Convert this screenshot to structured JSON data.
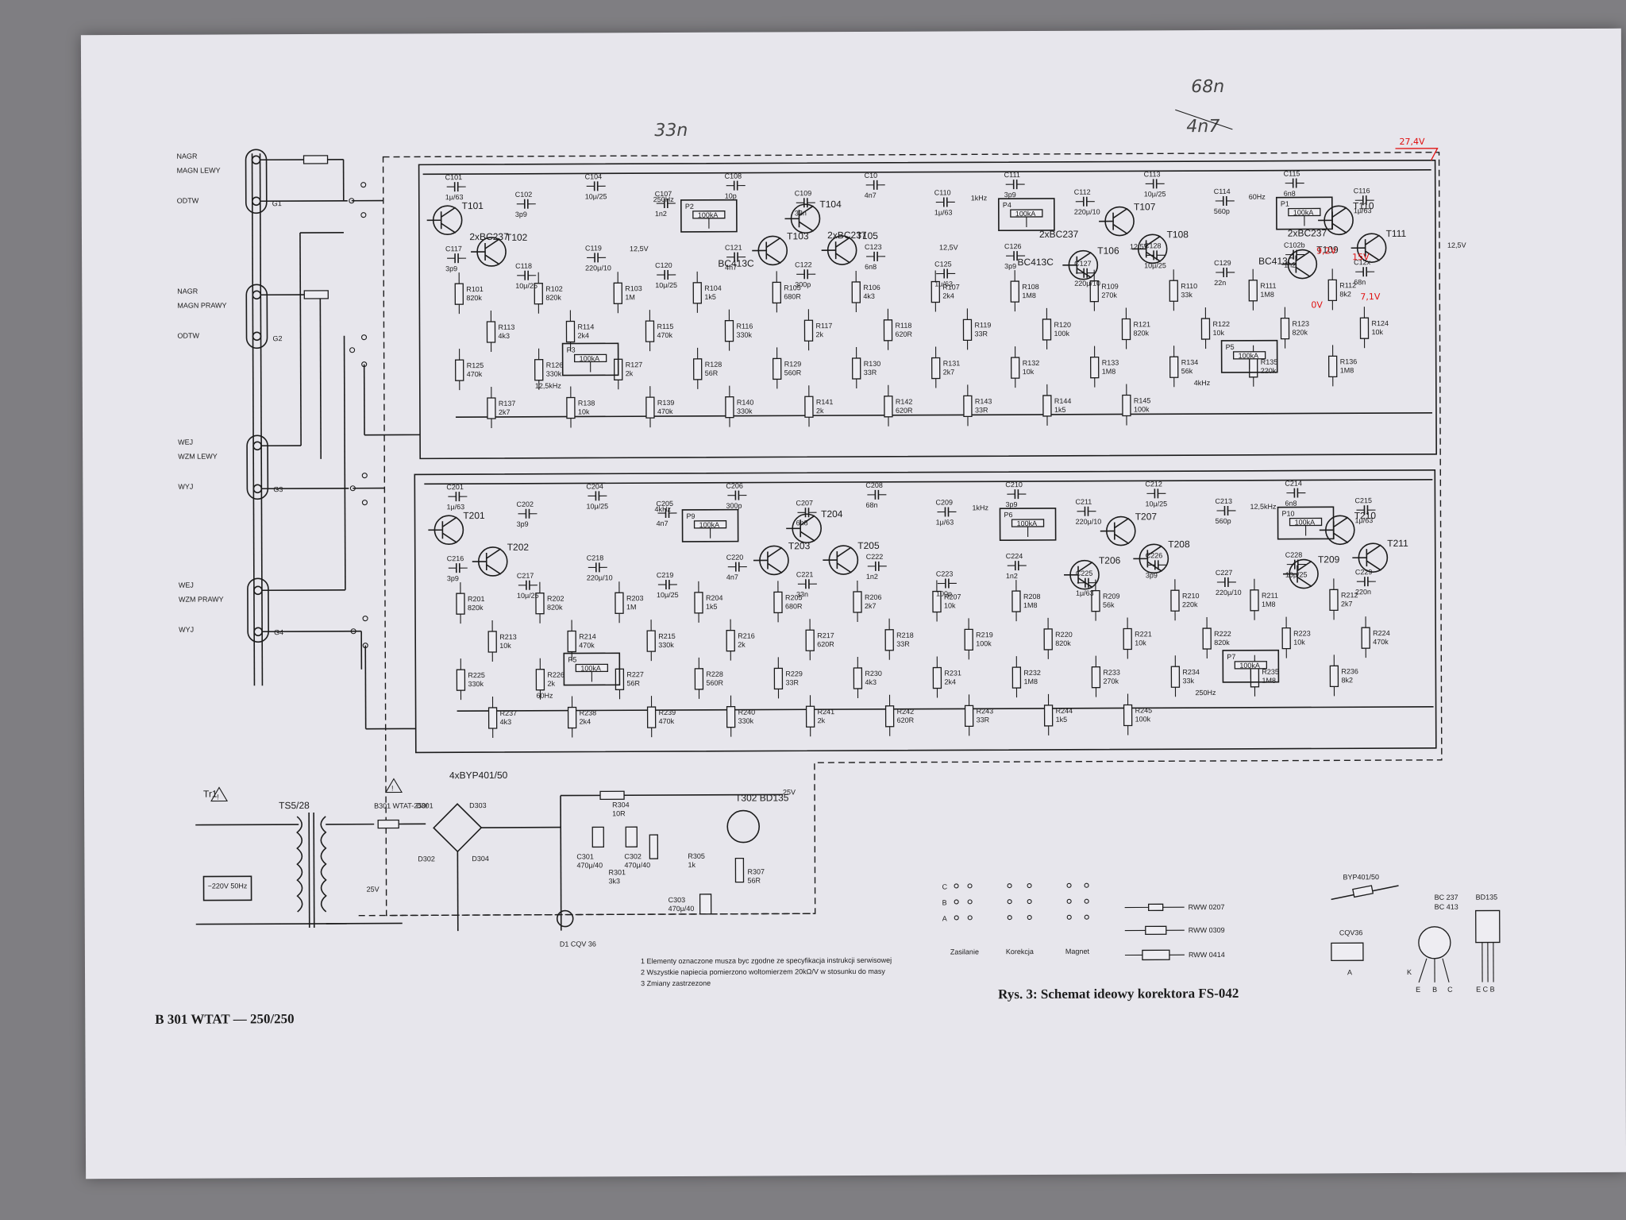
{
  "title": "Rys. 3: Schemat ideowy korektora FS-042",
  "model": "B 301 WTAT — 250/250",
  "handwritten": {
    "cap1": "33n",
    "cap2_new": "68n",
    "cap2_old": "4n7"
  },
  "red_annotations": [
    "27,4V",
    "9,2V",
    "15V",
    "0V",
    "7,1V"
  ],
  "connectors": [
    {
      "id": "G1",
      "labels": [
        "NAGR",
        "MAGN LEWY",
        "ODTW"
      ]
    },
    {
      "id": "G2",
      "labels": [
        "NAGR",
        "MAGN PRAWY",
        "ODTW"
      ]
    },
    {
      "id": "G3",
      "labels": [
        "WEJ",
        "WZM LEWY",
        "WYJ"
      ]
    },
    {
      "id": "G4",
      "labels": [
        "WEJ",
        "WZM PRAWY",
        "WYJ"
      ]
    }
  ],
  "upper_channel": {
    "transistors": [
      "T101",
      "T102",
      "T103",
      "T104",
      "T105",
      "T106",
      "T107",
      "T108",
      "T109",
      "T110",
      "T111"
    ],
    "types": [
      "2xBC237",
      "BC413C",
      "2xBC237",
      "BC413C",
      "2xBC237",
      "BC413C",
      "2xBC237"
    ],
    "resistors": [
      "R101 820k",
      "R102 820k",
      "R103 1M",
      "R104 1k5",
      "R105 680R",
      "R106 4k3",
      "R107 2k4",
      "R108 1M8",
      "R109 270k",
      "R110 33k",
      "R111 1M8",
      "R112 8k2",
      "R113 4k3",
      "R114 2k4",
      "R115 470k",
      "R116 330k",
      "R117 2k",
      "R118 620R",
      "R119 33R",
      "R120 100k",
      "R121 820k",
      "R122 10k",
      "R123 820k",
      "R124 10k",
      "R125 470k",
      "R126 330k",
      "R127 2k",
      "R128 56R",
      "R129 560R",
      "R130 33R",
      "R131 2k7",
      "R132 10k",
      "R133 1M8",
      "R134 56k",
      "R135 220k",
      "R136 1M8",
      "R137 2k7",
      "R138 10k",
      "R139 470k",
      "R140 330k",
      "R141 2k",
      "R142 620R",
      "R143 33R",
      "R144 1k5",
      "R145 100k"
    ],
    "capacitors": [
      "C101 1μ/63",
      "C102 3p9",
      "C104 10μ/25",
      "C107 1n2",
      "C108 10p",
      "C109 33n",
      "C10 4n7",
      "C110 1μ/63",
      "C111 3p9",
      "C112 220μ/10",
      "C113 10μ/25",
      "C114 560p",
      "C115 6n8",
      "C116 1μ/63",
      "C117 3p9",
      "C118 10μ/25",
      "C119 220μ/10",
      "C120 10μ/25",
      "C121 4n7",
      "C122 300p",
      "C123 6n8",
      "C125 1μ/63",
      "C126 3p9",
      "C127 220μ/10",
      "C128 10μ/25",
      "C129 22n",
      "C102b 1n2",
      "C12x 68n"
    ],
    "pots": [
      "P2 100kA",
      "P3 100kA",
      "P4 100kA",
      "P5 100kA",
      "P1 100kA"
    ],
    "freq": [
      "250Hz",
      "12,5kHz",
      "1kHz",
      "4kHz",
      "60Hz"
    ],
    "supply": "12,5V"
  },
  "lower_channel": {
    "transistors": [
      "T201",
      "T202",
      "T203",
      "T204",
      "T205",
      "T206",
      "T207",
      "T208",
      "T209",
      "T210",
      "T211"
    ],
    "resistors": [
      "R201 820k",
      "R202 820k",
      "R203 1M",
      "R204 1k5",
      "R205 680R",
      "R206 2k7",
      "R207 10k",
      "R208 1M8",
      "R209 56k",
      "R210 220k",
      "R211 1M8",
      "R212 2k7",
      "R213 10k",
      "R214 470k",
      "R215 330k",
      "R216 2k",
      "R217 620R",
      "R218 33R",
      "R219 100k",
      "R220 820k",
      "R221 10k",
      "R222 820k",
      "R223 10k",
      "R224 470k",
      "R225 330k",
      "R226 2k",
      "R227 56R",
      "R228 560R",
      "R229 33R",
      "R230 4k3",
      "R231 2k4",
      "R232 1M8",
      "R233 270k",
      "R234 33k",
      "R235 1M8",
      "R236 8k2",
      "R237 4k3",
      "R238 2k4",
      "R239 470k",
      "R240 330k",
      "R241 2k",
      "R242 620R",
      "R243 33R",
      "R244 1k5",
      "R245 100k"
    ],
    "capacitors": [
      "C201 1μ/63",
      "C202 3p9",
      "C204 10μ/25",
      "C205 4n7",
      "C206 300p",
      "C207 6n8",
      "C208 68n",
      "C209 1μ/63",
      "C210 3p9",
      "C211 220μ/10",
      "C212 10μ/25",
      "C213 560p",
      "C214 6n8",
      "C215 1μ/63",
      "C216 3p9",
      "C217 10μ/25",
      "C218 220μ/10",
      "C219 10μ/25",
      "C220 4n7",
      "C221 33n",
      "C222 1n2",
      "C223 100p",
      "C224 1n2",
      "C225 1μ/63",
      "C226 3p9",
      "C227 220μ/10",
      "C228 10μ/25",
      "C229 220n"
    ],
    "pots": [
      "P9 100kA",
      "P5 100kA",
      "P6 100kA",
      "P7 100kA",
      "P10 100kA"
    ],
    "freq": [
      "4kHz",
      "60Hz",
      "1kHz",
      "250Hz",
      "12,5kHz"
    ]
  },
  "power_supply": {
    "transformer": "TS5/28",
    "tr_label": "Tr1",
    "mains": "~220V 50Hz",
    "fuse": "B301 WTAT-250/",
    "bridge": "4xBYP401/50",
    "diodes": [
      "D301",
      "D302",
      "D303",
      "D304"
    ],
    "parts": [
      "C301 470μ/40",
      "C302 470μ/40",
      "C303 470μ/40",
      "R301 3k3",
      "R304 10R",
      "R305 1k",
      "R307 56R"
    ],
    "regulator": "T302 BD135",
    "led": "D1 CQV 36",
    "voltages": [
      "25V",
      "25V"
    ]
  },
  "notes": [
    "1 Elementy oznaczone musza byc zgodne ze specyfikacja instrukcji serwisowej",
    "2 Wszystkie napiecia pomierzono woltomierzem 20kΩ/V w stosunku do masy",
    "3 Zmiany zastrzezone"
  ],
  "legend": {
    "switch_labels": [
      "Zasilanie",
      "Korekcja",
      "Magnet"
    ],
    "resistor_types": [
      "RWW 0207",
      "RWW 0309",
      "RWW 0414"
    ],
    "diode": "BYP401/50",
    "led": "CQV36",
    "transistor_pinouts": [
      "BC 237",
      "BC 413",
      "BD135"
    ],
    "pins": [
      "A",
      "K",
      "E",
      "B",
      "C",
      "E C B"
    ]
  }
}
